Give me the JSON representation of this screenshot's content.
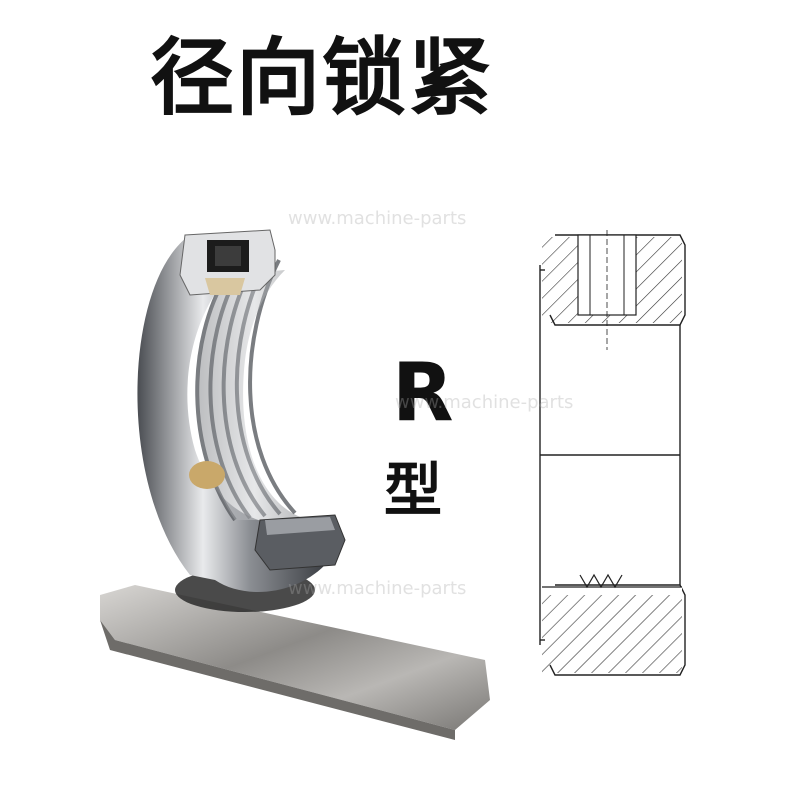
{
  "title": "径向锁紧",
  "type_letter": "R",
  "type_suffix": "型",
  "watermark": "www.machine-parts"
}
